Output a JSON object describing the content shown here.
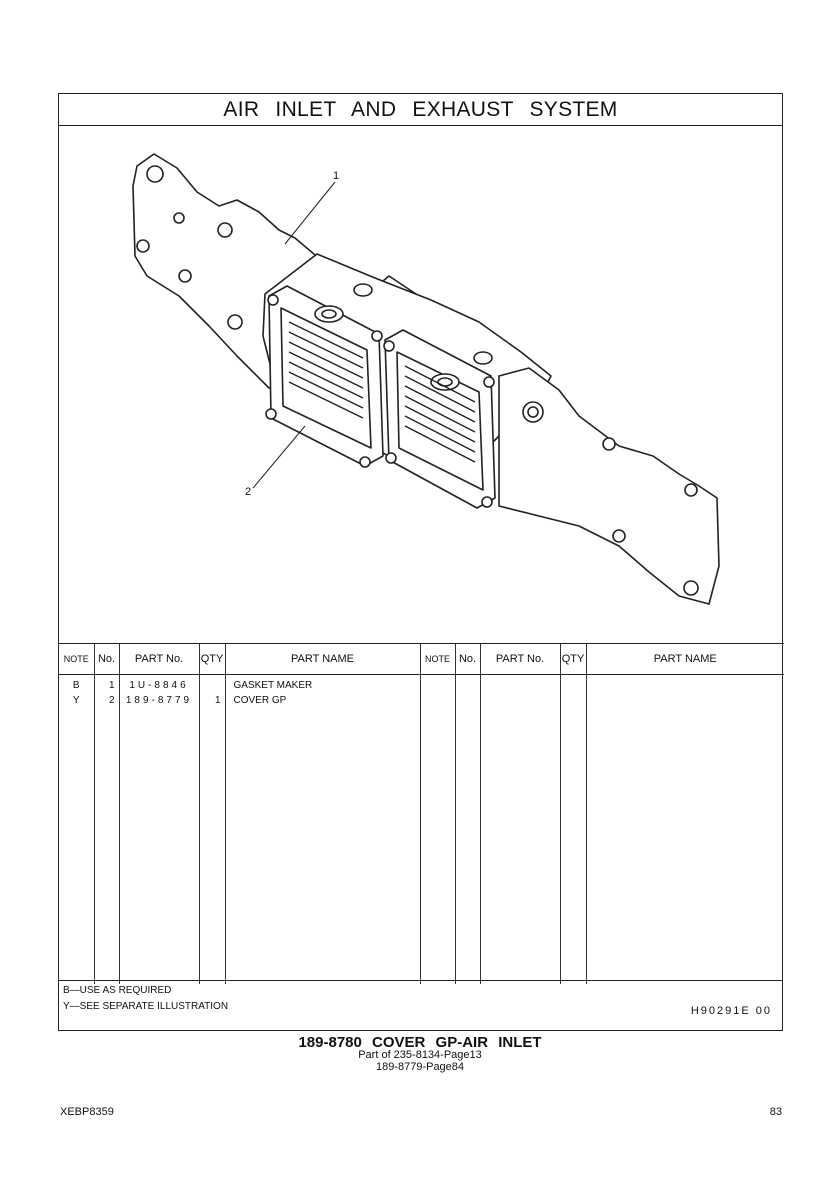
{
  "title": "AIR INLET AND EXHAUST SYSTEM",
  "callouts": [
    "1",
    "2"
  ],
  "table": {
    "headers": {
      "note": "NOTE",
      "no": "No.",
      "part_no": "PART No.",
      "qty": "QTY",
      "part_name": "PART NAME"
    },
    "rows": [
      {
        "note": "B",
        "no": "1",
        "part_no": "1U-8846",
        "qty": "",
        "part_name": "GASKET MAKER"
      },
      {
        "note": "Y",
        "no": "2",
        "part_no": "189-8779",
        "qty": "1",
        "part_name": "COVER GP"
      }
    ]
  },
  "notes": [
    "B—USE AS REQUIRED",
    "Y—SEE SEPARATE ILLUSTRATION"
  ],
  "illustration_ref": "H90291E   00",
  "caption": {
    "main": "189-8780  COVER GP-AIR INLET",
    "part_of": "Part of 235-8134-Page13",
    "page_ref": "189-8779-Page84"
  },
  "footer": {
    "doc_id": "XEBP8359",
    "page": "83"
  }
}
